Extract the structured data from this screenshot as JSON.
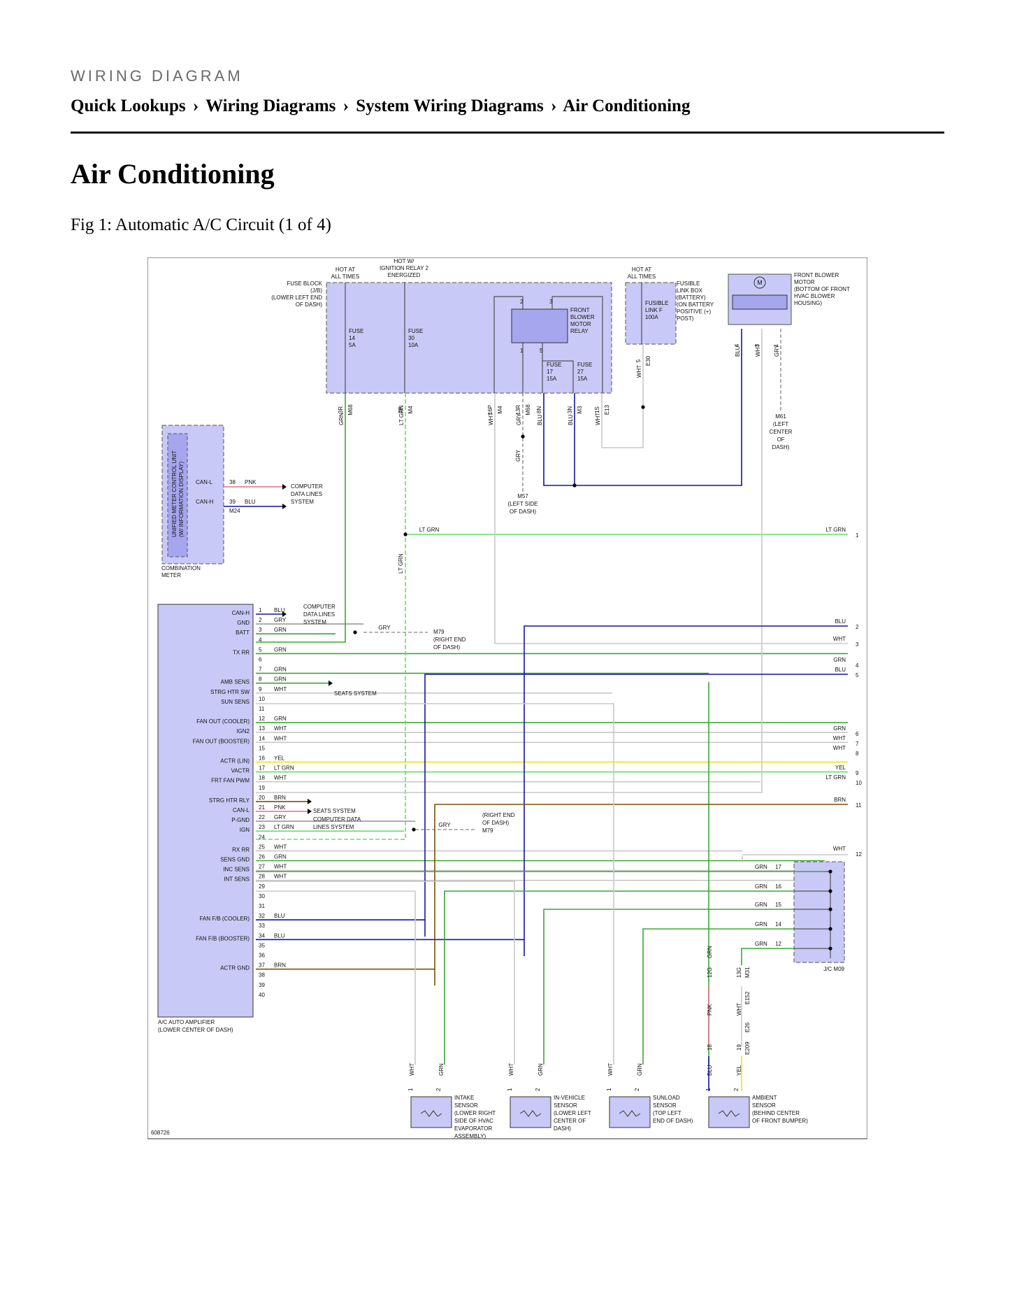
{
  "header": {
    "kicker": "WIRING DIAGRAM",
    "breadcrumb": [
      "Quick Lookups",
      "Wiring Diagrams",
      "System Wiring Diagrams",
      "Air Conditioning"
    ],
    "separator": "›"
  },
  "page_title": "Air Conditioning",
  "figure_caption": "Fig 1: Automatic A/C Circuit (1 of 4)",
  "diagram": {
    "figure_id": "608726",
    "colors": {
      "box_fill": "#c9c9f7",
      "grn": "#3aa832",
      "blu": "#1414a0",
      "wht": "#c8c8c8",
      "gry": "#9a9a9a",
      "pnk": "#e0708a",
      "yel": "#e6e600",
      "ltgrn": "#66dd66",
      "brn": "#7a5000"
    },
    "labels": {
      "hot_left": [
        "HOT AT",
        "ALL TIMES"
      ],
      "hot_ign": [
        "HOT W/",
        "IGNITION RELAY 2",
        "ENERGIZED"
      ],
      "hot_right": [
        "HOT AT",
        "ALL TIMES"
      ],
      "fuse_block": [
        "FUSE BLOCK",
        "(J/B)",
        "(LOWER LEFT END",
        "OF DASH)"
      ],
      "fuse14": [
        "FUSE",
        "14",
        "5A"
      ],
      "fuse30": [
        "FUSE",
        "30",
        "10A"
      ],
      "fuse17": [
        "FUSE",
        "17",
        "15A"
      ],
      "fuse27": [
        "FUSE",
        "27",
        "15A"
      ],
      "relay": [
        "FRONT",
        "BLOWER",
        "MOTOR",
        "RELAY"
      ],
      "fusible_link": [
        "FUSIBLE",
        "LINK F",
        "100A"
      ],
      "fusible_box": [
        "FUSIBLE",
        "LINK BOX",
        "(BATTERY)",
        "(ON BATTERY",
        "POSITIVE (+)",
        "POST)"
      ],
      "blower_motor": [
        "FRONT BLOWER",
        "MOTOR",
        "(BOTTOM OF FRONT",
        "HVAC BLOWER",
        "HOUSING)"
      ],
      "m61": [
        "M61",
        "(LEFT",
        "CENTER",
        "OF",
        "DASH)"
      ],
      "m57": [
        "M57",
        "(LEFT SIDE",
        "OF DASH)"
      ],
      "meter_unit": [
        "UNIFIED METER CONTROL UNIT",
        "(W/ INFORMATION DISPLAY)"
      ],
      "combination_meter": [
        "COMBINATION",
        "METER"
      ],
      "comp_data_1": [
        "COMPUTER",
        "DATA LINES",
        "SYSTEM"
      ],
      "comp_data_2": [
        "COMPUTER",
        "DATA LINES",
        "SYSTEM"
      ],
      "comp_data_3": [
        "COMPUTER DATA",
        "LINES SYSTEM"
      ],
      "seats_1": "SEATS SYSTEM",
      "seats_2": "SEATS SYSTEM",
      "m79_a": [
        "M79",
        "(RIGHT END",
        "OF DASH)"
      ],
      "m79_b": [
        "(RIGHT END",
        "OF DASH)",
        "M79"
      ],
      "amp": [
        "A/C AUTO AMPLIFIER",
        "(LOWER CENTER OF DASH)"
      ],
      "jc": "J/C M09",
      "m24": "M24",
      "can_l": "CAN-L",
      "can_h": "CAN-H",
      "pin38": "38",
      "pin39": "39",
      "pnk": "PNK",
      "blu": "BLU",
      "ltgrn_main": "LT GRN",
      "gry": "GRY"
    },
    "top_connectors": [
      {
        "wire": "GRN",
        "pin": "3R",
        "conn": "M68"
      },
      {
        "wire": "LT GRN",
        "pin": "7P",
        "conn": "M4"
      },
      {
        "wire": "WHT",
        "pin": "16P",
        "conn": "M4"
      },
      {
        "wire": "GRY",
        "pin": "13R",
        "conn": "M68"
      },
      {
        "wire": "BLU",
        "pin": "8N",
        "conn": ""
      },
      {
        "wire": "BLU",
        "pin": "3N",
        "conn": "M3"
      },
      {
        "wire": "WHT",
        "pin": "1S",
        "conn": "E13"
      },
      {
        "wire": "WHT",
        "pin": "5",
        "conn": "E30"
      },
      {
        "wire": "BLU",
        "pin": "4",
        "conn": ""
      },
      {
        "wire": "WHT",
        "pin": "3",
        "conn": ""
      },
      {
        "wire": "GRY",
        "pin": "1",
        "conn": ""
      }
    ],
    "amp_pins": [
      {
        "pin": "1",
        "label": "CAN-H",
        "wire": "BLU"
      },
      {
        "pin": "2",
        "label": "GND",
        "wire": "GRY"
      },
      {
        "pin": "3",
        "label": "BATT",
        "wire": "GRN"
      },
      {
        "pin": "4",
        "label": "",
        "wire": ""
      },
      {
        "pin": "5",
        "label": "TX RR",
        "wire": "GRN"
      },
      {
        "pin": "6",
        "label": "",
        "wire": ""
      },
      {
        "pin": "7",
        "label": "",
        "wire": "GRN"
      },
      {
        "pin": "8",
        "label": "AMB SENS",
        "wire": "GRN"
      },
      {
        "pin": "9",
        "label": "STRG HTR SW",
        "wire": "WHT"
      },
      {
        "pin": "10",
        "label": "SUN SENS",
        "wire": ""
      },
      {
        "pin": "11",
        "label": "",
        "wire": ""
      },
      {
        "pin": "12",
        "label": "FAN OUT (COOLER)",
        "wire": "GRN"
      },
      {
        "pin": "13",
        "label": "IGN2",
        "wire": "WHT"
      },
      {
        "pin": "14",
        "label": "FAN OUT (BOOSTER)",
        "wire": "WHT"
      },
      {
        "pin": "15",
        "label": "",
        "wire": ""
      },
      {
        "pin": "16",
        "label": "ACTR (LIN)",
        "wire": "YEL"
      },
      {
        "pin": "17",
        "label": "VACTR",
        "wire": "LT GRN"
      },
      {
        "pin": "18",
        "label": "FRT FAN PWM",
        "wire": "WHT"
      },
      {
        "pin": "19",
        "label": "",
        "wire": ""
      },
      {
        "pin": "20",
        "label": "STRG HTR RLY",
        "wire": "BRN"
      },
      {
        "pin": "21",
        "label": "CAN-L",
        "wire": "PNK"
      },
      {
        "pin": "22",
        "label": "P-GND",
        "wire": "GRY"
      },
      {
        "pin": "23",
        "label": "IGN",
        "wire": "LT GRN"
      },
      {
        "pin": "24",
        "label": "",
        "wire": ""
      },
      {
        "pin": "25",
        "label": "RX RR",
        "wire": "WHT"
      },
      {
        "pin": "26",
        "label": "SENS GND",
        "wire": "GRN"
      },
      {
        "pin": "27",
        "label": "INC SENS",
        "wire": "WHT"
      },
      {
        "pin": "28",
        "label": "INT SENS",
        "wire": "WHT"
      },
      {
        "pin": "29",
        "label": "",
        "wire": ""
      },
      {
        "pin": "30",
        "label": "",
        "wire": ""
      },
      {
        "pin": "31",
        "label": "",
        "wire": ""
      },
      {
        "pin": "32",
        "label": "FAN F/B (COOLER)",
        "wire": "BLU"
      },
      {
        "pin": "33",
        "label": "",
        "wire": ""
      },
      {
        "pin": "34",
        "label": "FAN F/B (BOOSTER)",
        "wire": "BLU"
      },
      {
        "pin": "35",
        "label": "",
        "wire": ""
      },
      {
        "pin": "36",
        "label": "",
        "wire": ""
      },
      {
        "pin": "37",
        "label": "ACTR GND",
        "wire": "BRN"
      },
      {
        "pin": "38",
        "label": "",
        "wire": ""
      },
      {
        "pin": "39",
        "label": "",
        "wire": ""
      },
      {
        "pin": "40",
        "label": "",
        "wire": ""
      }
    ],
    "right_exits": [
      {
        "num": "1",
        "wire": "LT GRN"
      },
      {
        "num": "2",
        "wire": "BLU"
      },
      {
        "num": "3",
        "wire": "WHT"
      },
      {
        "num": "4",
        "wire": "GRN"
      },
      {
        "num": "5",
        "wire": "BLU"
      },
      {
        "num": "6",
        "wire": "GRN"
      },
      {
        "num": "7",
        "wire": "WHT"
      },
      {
        "num": "8",
        "wire": "WHT"
      },
      {
        "num": "9",
        "wire": "YEL"
      },
      {
        "num": "10",
        "wire": "LT GRN"
      },
      {
        "num": "11",
        "wire": "BRN"
      },
      {
        "num": "12",
        "wire": "WHT"
      }
    ],
    "jc_pins": [
      {
        "wire": "GRN",
        "pin": "17"
      },
      {
        "wire": "GRN",
        "pin": "16"
      },
      {
        "wire": "GRN",
        "pin": "15"
      },
      {
        "wire": "GRN",
        "pin": "14"
      },
      {
        "wire": "GRN",
        "pin": "12"
      }
    ],
    "ambient_chain": {
      "grn_label": "GRN",
      "conn1": {
        "p1": "12G",
        "p2": "13G",
        "conn": "M31"
      },
      "mid": {
        "w1": "PNK",
        "w2": "WHT",
        "conn": "E152"
      },
      "e26": "E26",
      "conn2": {
        "p1": "18",
        "p2": "19",
        "conn": "E209"
      }
    },
    "sensors": [
      {
        "w1": "WHT",
        "w2": "GRN",
        "p1": "1",
        "p2": "2",
        "label": [
          "INTAKE",
          "SENSOR",
          "(LOWER RIGHT",
          "SIDE OF HVAC",
          "EVAPORATOR",
          "ASSEMBLY)"
        ]
      },
      {
        "w1": "WHT",
        "w2": "GRN",
        "p1": "1",
        "p2": "2",
        "label": [
          "IN-VEHICLE",
          "SENSOR",
          "(LOWER LEFT",
          "CENTER OF",
          "DASH)"
        ]
      },
      {
        "w1": "WHT",
        "w2": "GRN",
        "p1": "1",
        "p2": "2",
        "label": [
          "SUNLOAD",
          "SENSOR",
          "(TOP LEFT",
          "END OF DASH)"
        ]
      },
      {
        "w1": "BLU",
        "w2": "YEL",
        "p1": "1",
        "p2": "2",
        "label": [
          "AMBIENT",
          "SENSOR",
          "(BEHIND CENTER",
          "OF FRONT BUMPER)"
        ]
      }
    ]
  }
}
